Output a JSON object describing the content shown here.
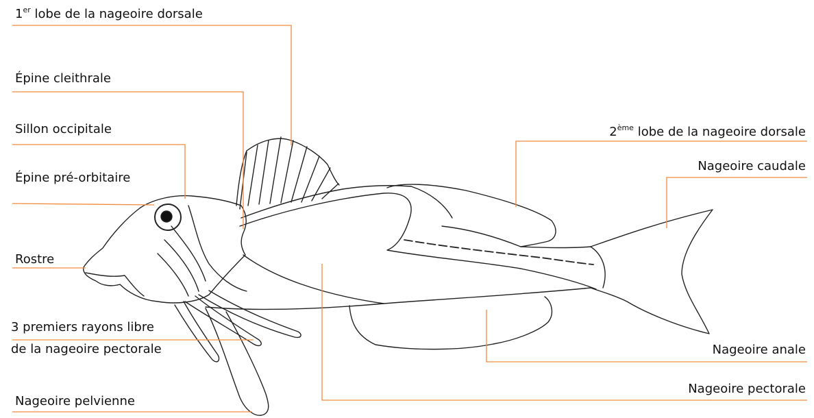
{
  "diagram": {
    "leader_color": "#f08a3c",
    "labels": {
      "dorsal1_main": "lobe de la nageoire dorsale",
      "dorsal1_num": "1",
      "dorsal1_sup": "er",
      "cleithral": "Épine cleithrale",
      "occipital": "Sillon occipitale",
      "preorbital": "Épine pré-orbitaire",
      "rostre": "Rostre",
      "rays_line1": "3 premiers rayons libre",
      "rays_line2": "de la nageoire pectorale",
      "pelvic": "Nageoire pelvienne",
      "dorsal2_num": "2",
      "dorsal2_sup": "ème",
      "dorsal2_main": "lobe de la nageoire dorsale",
      "caudal": "Nageoire caudale",
      "anal": "Nageoire anale",
      "pectoral": "Nageoire pectorale"
    }
  }
}
